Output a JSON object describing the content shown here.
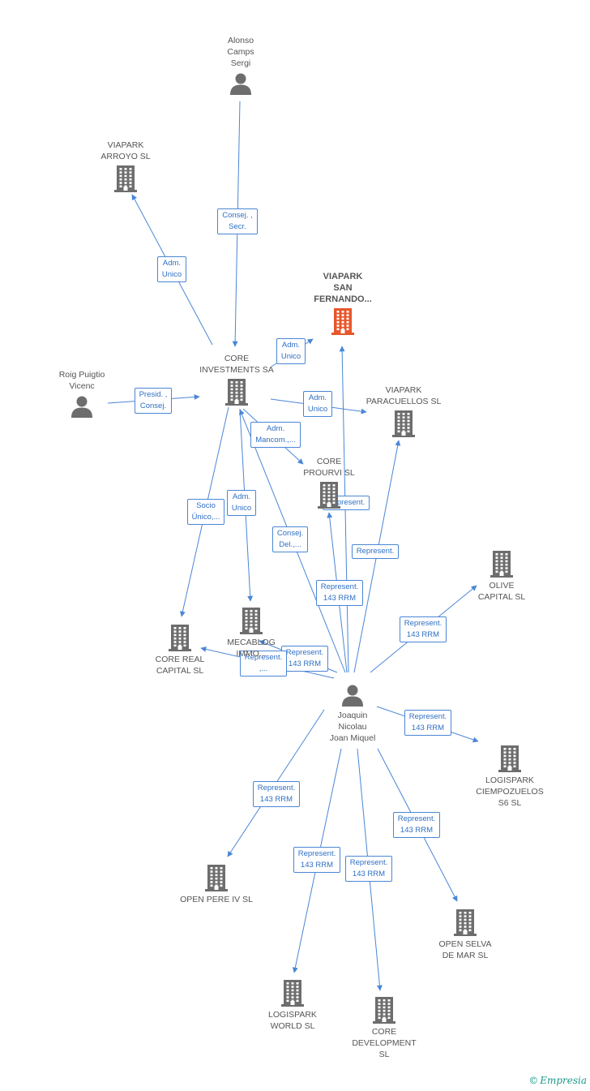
{
  "nodes": [
    {
      "id": "alonso",
      "type": "person",
      "label": "Alonso\nCamps\nSergi"
    },
    {
      "id": "viapark_arroyo",
      "type": "company",
      "label": "VIAPARK\nARROYO SL"
    },
    {
      "id": "viapark_sf",
      "type": "company-focus",
      "label": "VIAPARK\nSAN\nFERNANDO..."
    },
    {
      "id": "core_inv",
      "type": "company",
      "label": "CORE\nINVESTMENTS SA"
    },
    {
      "id": "roig",
      "type": "person",
      "label": "Roig Puigtio\nVicenc"
    },
    {
      "id": "viapark_para",
      "type": "company",
      "label": "VIAPARK\nPARACUELLOS SL"
    },
    {
      "id": "core_prourvi",
      "type": "company",
      "label": "CORE\nPROURVI  SL"
    },
    {
      "id": "olive",
      "type": "company",
      "label": "OLIVE\nCAPITAL  SL"
    },
    {
      "id": "core_real",
      "type": "company",
      "label": "CORE REAL\nCAPITAL SL"
    },
    {
      "id": "mecablog",
      "type": "company",
      "label": "MECABLOG\nIMMO..."
    },
    {
      "id": "joaquin",
      "type": "person",
      "label": "Joaquin\nNicolau\nJoan Miquel"
    },
    {
      "id": "logispark_ciemp",
      "type": "company",
      "label": "LOGISPARK\nCIEMPOZUELOS\nS6 SL"
    },
    {
      "id": "open_pere",
      "type": "company",
      "label": "OPEN PERE IV SL"
    },
    {
      "id": "open_selva",
      "type": "company",
      "label": "OPEN SELVA\nDE MAR SL"
    },
    {
      "id": "logispark_world",
      "type": "company",
      "label": "LOGISPARK\nWORLD  SL"
    },
    {
      "id": "core_dev",
      "type": "company",
      "label": "CORE\nDEVELOPMENT\nSL"
    }
  ],
  "edges": [
    {
      "from": "alonso",
      "to": "core_inv",
      "label": "Consej. ,\nSecr."
    },
    {
      "from": "core_inv",
      "to": "viapark_arroyo",
      "label": "Adm.\nUnico"
    },
    {
      "from": "core_inv",
      "to": "viapark_sf",
      "label": "Adm.\nUnico"
    },
    {
      "from": "roig",
      "to": "core_inv",
      "label": "Presid. ,\nConsej."
    },
    {
      "from": "core_inv",
      "to": "viapark_para",
      "label": "Adm.\nUnico"
    },
    {
      "from": "core_inv",
      "to": "core_prourvi",
      "label": "Adm.\nMancom.,..."
    },
    {
      "from": "core_inv",
      "to": "core_real",
      "label": "Socio\nÚnico,..."
    },
    {
      "from": "core_inv",
      "to": "mecablog",
      "label": "Adm.\nUnico"
    },
    {
      "from": "joaquin",
      "to": "core_inv",
      "label": "Consej.\nDel.,..."
    },
    {
      "from": "joaquin",
      "to": "viapark_sf",
      "label": "Represent."
    },
    {
      "from": "joaquin",
      "to": "viapark_para",
      "label": "Represent."
    },
    {
      "from": "joaquin",
      "to": "core_prourvi",
      "label": "Represent.\n143 RRM"
    },
    {
      "from": "joaquin",
      "to": "olive",
      "label": "Represent.\n143 RRM"
    },
    {
      "from": "joaquin",
      "to": "mecablog",
      "label": "Represent.\n143 RRM"
    },
    {
      "from": "joaquin",
      "to": "core_real",
      "label": "Represent.\n,..."
    },
    {
      "from": "joaquin",
      "to": "logispark_ciemp",
      "label": "Represent.\n143 RRM"
    },
    {
      "from": "joaquin",
      "to": "open_pere",
      "label": "Represent.\n143 RRM"
    },
    {
      "from": "joaquin",
      "to": "open_selva",
      "label": "Represent.\n143 RRM"
    },
    {
      "from": "joaquin",
      "to": "logispark_world",
      "label": "Represent.\n143 RRM"
    },
    {
      "from": "joaquin",
      "to": "core_dev",
      "label": "Represent.\n143 RRM"
    }
  ],
  "colors": {
    "edge": "#4a86d6",
    "icon": "#6d6d6d",
    "focus": "#e8562a",
    "brand": "#1a9a8a"
  },
  "brand": {
    "symbol": "©",
    "name": "Empresia"
  }
}
